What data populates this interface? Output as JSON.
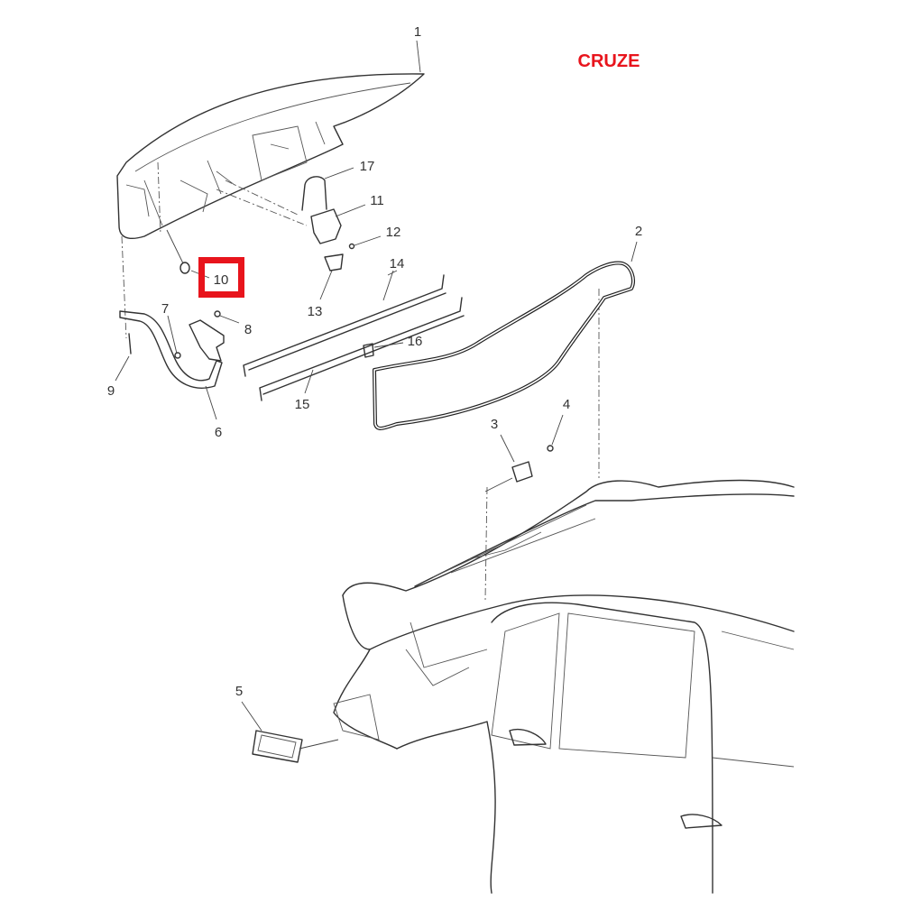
{
  "title": "CRUZE",
  "accent_color": "#e8141c",
  "highlighted_callout": "10",
  "callouts": {
    "c1": "1",
    "c2": "2",
    "c3": "3",
    "c4": "4",
    "c5": "5",
    "c6": "6",
    "c7": "7",
    "c8": "8",
    "c9": "9",
    "c10": "10",
    "c11": "11",
    "c12": "12",
    "c13": "13",
    "c14": "14",
    "c15": "15",
    "c16": "16",
    "c17": "17"
  }
}
